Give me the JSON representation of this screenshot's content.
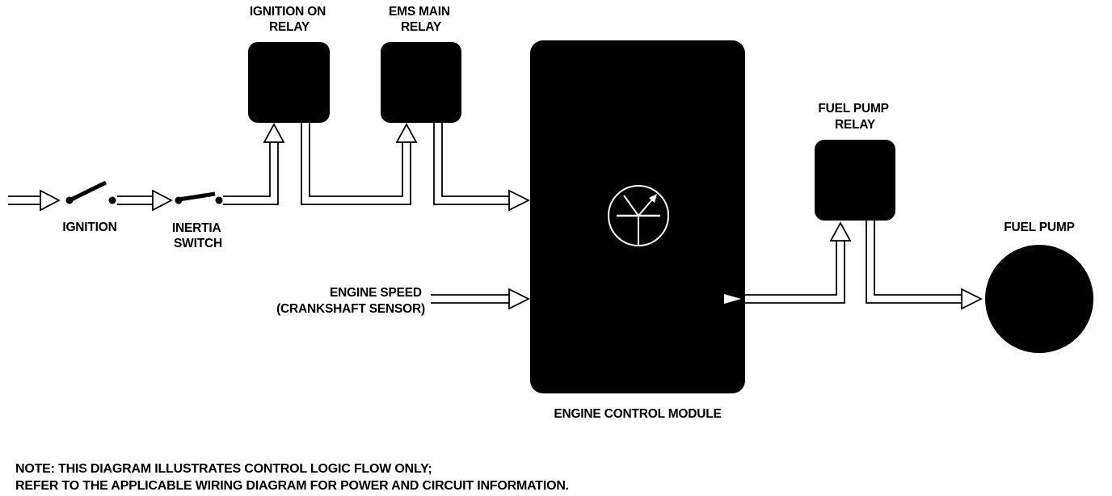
{
  "labels": {
    "ignition_on_relay": [
      "IGNITION ON",
      "RELAY"
    ],
    "ems_main_relay": [
      "EMS MAIN",
      "RELAY"
    ],
    "fuel_pump_relay": [
      "FUEL PUMP",
      "RELAY"
    ],
    "fuel_pump": "FUEL PUMP",
    "ignition": "IGNITION",
    "inertia_switch": [
      "INERTIA",
      "SWITCH"
    ],
    "engine_speed": [
      "ENGINE SPEED",
      "(CRANKSHAFT SENSOR)"
    ],
    "ecm": "ENGINE CONTROL MODULE"
  },
  "note": [
    "NOTE: THIS DIAGRAM ILLUSTRATES CONTROL LOGIC FLOW ONLY;",
    "REFER TO THE APPLICABLE WIRING DIAGRAM FOR POWER AND CIRCUIT INFORMATION."
  ],
  "colors": {
    "ink": "#000000",
    "paper": "#ffffff"
  }
}
